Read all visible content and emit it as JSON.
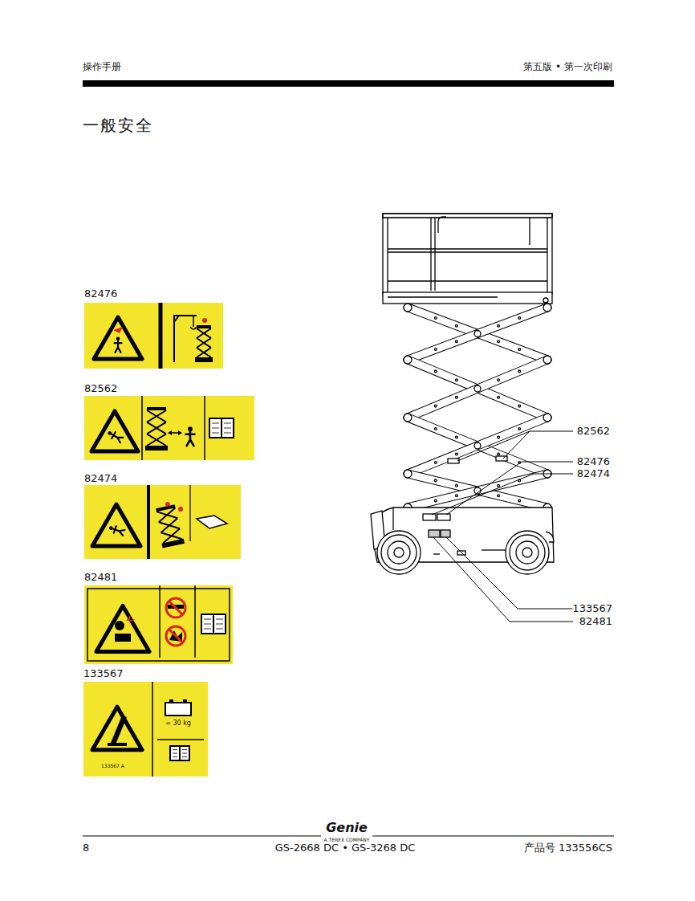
{
  "diagram": {
    "title": "一般安全",
    "nodes": [
      {
        "text": [
          "82476"
        ]
      },
      {
        "text": [
          "82562"
        ]
      },
      {
        "text": [
          "82474"
        ]
      },
      {
        "text": [
          "82481"
        ]
      },
      {
        "text": [
          "133567",
          "= 30 kg",
          "133567 A"
        ]
      }
    ],
    "labels": [
      "操作手册",
      "第五版 • 第一次印刷",
      "82562",
      "82476",
      "82474",
      "133567",
      "82481",
      "Genie",
      "A TEREX COMPANY",
      "8",
      "GS-2668 DC • GS-3268 DC",
      "产品号 133556CS"
    ]
  }
}
